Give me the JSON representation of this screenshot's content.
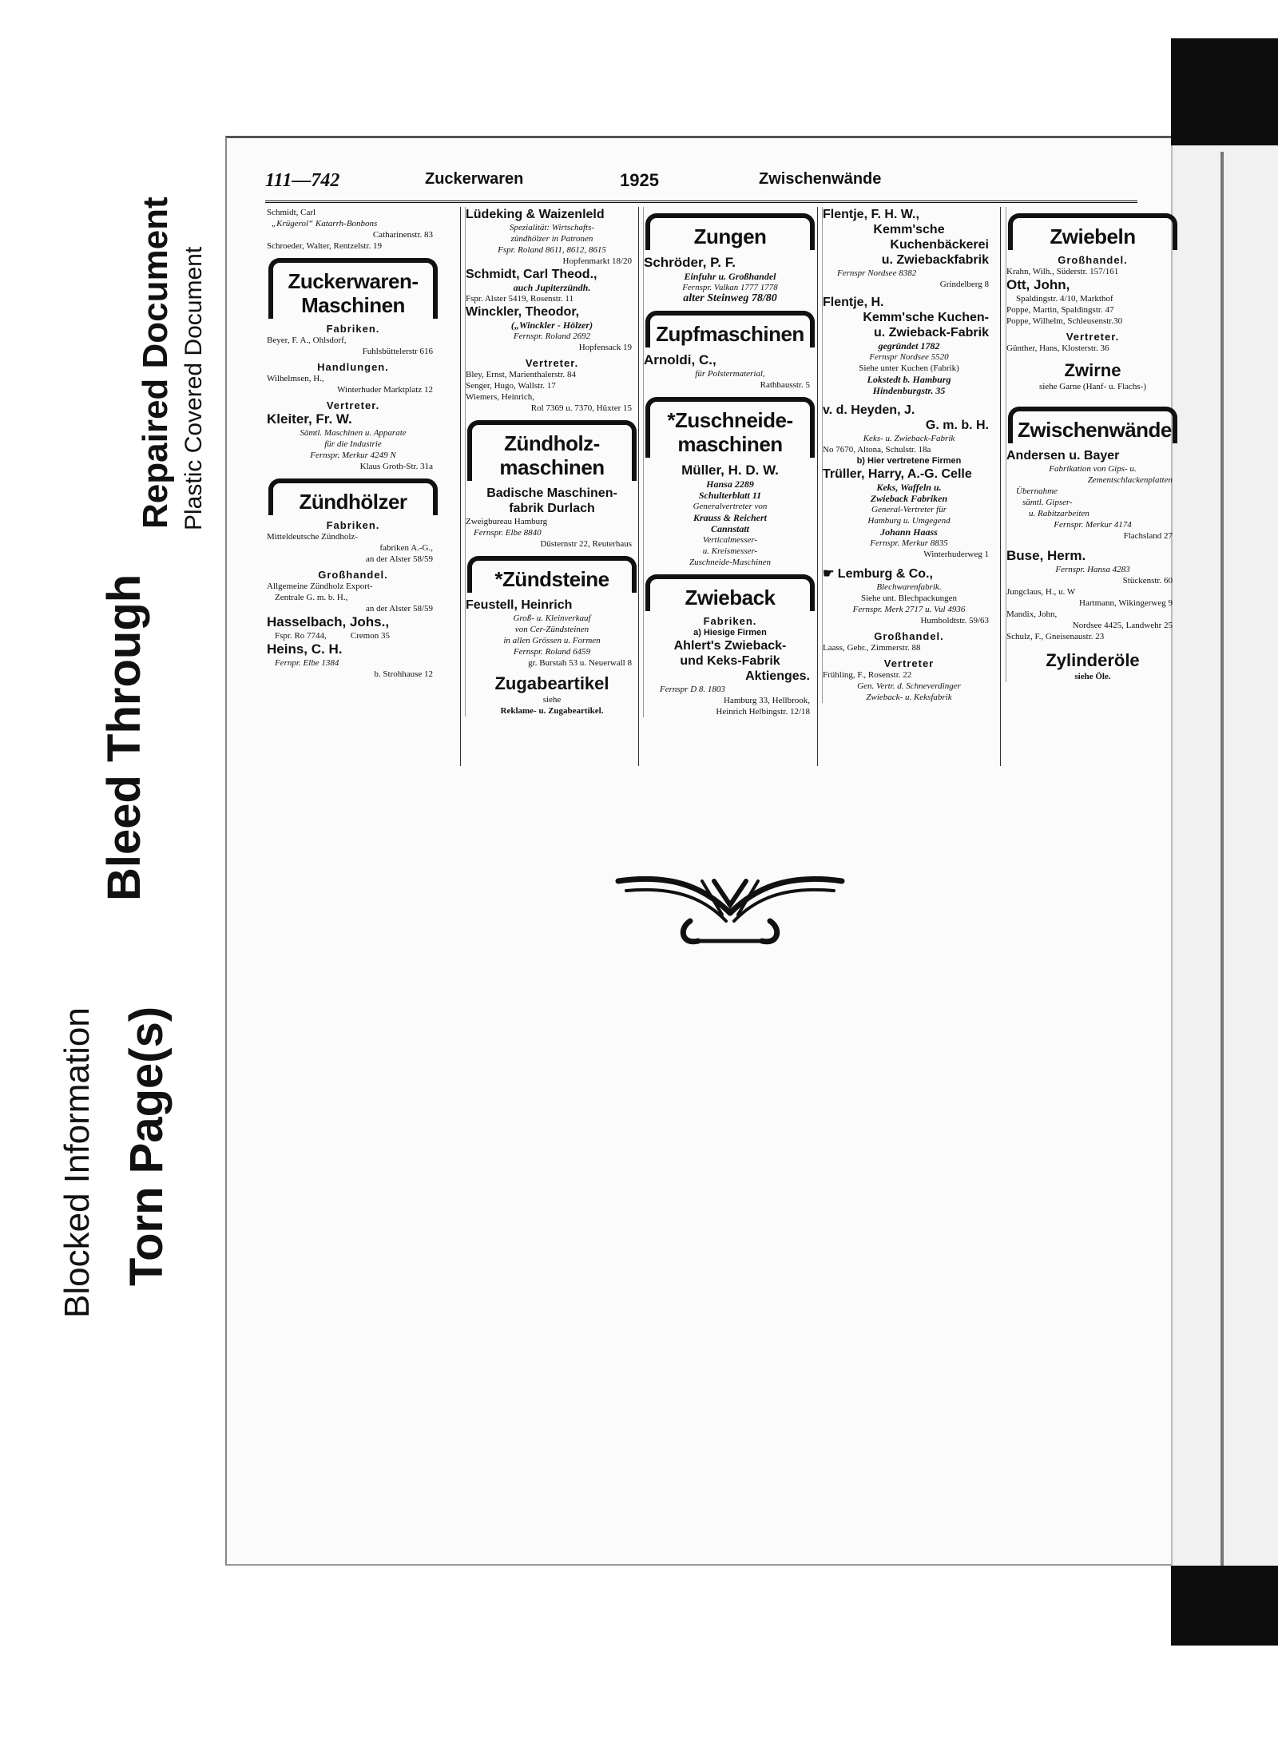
{
  "margin_notes": {
    "blocked": "Blocked Information",
    "torn": "Torn Page(s)",
    "bleed": "Bleed Through",
    "repaired": "Repaired Document",
    "plastic": "Plastic Covered Document"
  },
  "header": {
    "page_number": "111—742",
    "section_left": "Zuckerwaren",
    "year": "1925",
    "section_right": "Zwischenwände"
  },
  "col1": {
    "l1": "Schmidt, Carl",
    "l2": "„Krügerol“ Katarrh-Bonbons",
    "l3": "Catharinenstr. 83",
    "l4": "Schroeder, Walter, Rentzelstr. 19",
    "cat_zuckerwaren": "Zuckerwaren-Maschinen",
    "fabriken": "Fabriken.",
    "beyer1": "Beyer, F. A., Ohlsdorf,",
    "beyer2": "Fuhlsbüttelerstr 616",
    "handlungen": "Handlungen.",
    "wilh1": "Wilhelmsen, H.,",
    "wilh2": "Winterhuder Marktplatz 12",
    "vertreter": "Vertreter.",
    "kleiter": "Kleiter, Fr. W.",
    "kleiter2": "Sämtl. Maschinen u. Apparate",
    "kleiter3": "für die Industrie",
    "kleiter4": "Fernspr. Merkur 4249 N",
    "kleiter5": "Klaus Groth-Str. 31a",
    "cat_zuendhoelzer": "Zündhölzer",
    "fabriken2": "Fabriken.",
    "mittel1": "Mitteldeutsche Zündholz-",
    "mittel2": "fabriken A.-G.,",
    "mittel3": "an der Alster 58/59",
    "grosshandel": "Großhandel.",
    "allg1": "Allgemeine Zündholz Export-",
    "allg2": "Zentrale G. m. b. H.,",
    "allg3": "an der Alster 58/59",
    "hassel": "Hasselbach, Johs.,",
    "hassel2": "Fspr. Ro 7744,",
    "hassel3": "Cremon 35",
    "heins": "Heins, C. H.",
    "heins2": "Fernpr. Elbe 1384",
    "heins3": "b. Strohhause 12"
  },
  "col2": {
    "luedeking": "Lüdeking & Waizenleld",
    "lued2": "Spezialität: Wirtschafts-",
    "lued3": "zündhölzer in Patronen",
    "lued4": "Fspr. Roland 8611, 8612, 8615",
    "lued5": "Hopfenmarkt 18/20",
    "schmidt": "Schmidt, Carl Theod.,",
    "schmidt2": "auch Jupiterzündh.",
    "schmidt3": "Fspr. Alster 5419, Rosenstr. 11",
    "winckler": "Winckler, Theodor,",
    "winck2": "(„Winckler - Hölzer)",
    "winck3": "Fernspr. Roland 2692",
    "winck4": "Hopfensack 19",
    "vertreter": "Vertreter.",
    "bley": "Bley, Ernst, Marienthalerstr. 84",
    "senger": "Senger, Hugo, Wallstr. 17",
    "wiemers": "Wiemers, Heinrich,",
    "wiemers2": "Rol 7369 u. 7370, Hüxter 15",
    "cat_zuendholzmaschinen": "Zündholz-maschinen",
    "badische": "Badische Maschinen-",
    "badische2": "fabrik Durlach",
    "zweig": "Zweigbureau Hamburg",
    "zweig2": "Fernspr. Elbe 8840",
    "zweig3": "Düsternstr 22, Reuterhaus",
    "cat_zuendsteine": "*Zündsteine",
    "feustell": "Feustell, Heinrich",
    "feu2": "Groß- u. Kleinverkauf",
    "feu3": "von Cer-Zündsteinen",
    "feu4": "in allen Grössen u. Formen",
    "feu5": "Fernspr. Roland 6459",
    "feu6": "gr. Burstah 53 u. Neuerwall 8",
    "zugabe": "Zugabeartikel",
    "siehe": "siehe",
    "reklame": "Reklame- u. Zugabeartikel."
  },
  "col3": {
    "cat_zungen": "Zungen",
    "schroeder": "Schröder, P. F.",
    "schr2": "Einfuhr u. Großhandel",
    "schr3": "Fernspr. Vulkan 1777 1778",
    "schr4": "alter Steinweg 78/80",
    "cat_zupf": "Zupfmaschinen",
    "arnoldi": "Arnoldi, C.,",
    "arn2": "für Polstermaterial,",
    "arn3": "Rathhausstr. 5",
    "cat_zuschneide": "*Zuschneide-maschinen",
    "mueller": "Müller, H. D. W.",
    "mue2": "Hansa 2289",
    "mue3": "Schulterblatt 11",
    "mue4": "Generalvertreter von",
    "mue5": "Krauss & Reichert",
    "mue6": "Cannstatt",
    "mue7": "Verticalmesser-",
    "mue8": "u. Kreismesser-",
    "mue9": "Zuschneide-Maschinen",
    "cat_zwieback": "Zwieback",
    "fabriken": "Fabriken.",
    "hiesige": "a) Hiesige Firmen",
    "ahlert": "Ahlert's Zwieback-",
    "ahlert2": "und Keks-Fabrik",
    "ahlert3": "Aktienges.",
    "ahl4": "Fernspr D 8. 1803",
    "ahl5": "Hamburg 33, Hellbrook,",
    "ahl6": "Heinrich Helbingstr. 12/18"
  },
  "col4": {
    "flentje": "Flentje, F. H. W.,",
    "fl2": "Kemm'sche",
    "fl3": "Kuchenbäckerei",
    "fl4": "u. Zwiebackfabrik",
    "fl5": "Fernspr Nordsee 8382",
    "fl6": "Grindelberg 8",
    "flentjeh": "Flentje, H.",
    "flh2": "Kemm'sche Kuchen-",
    "flh3": "u. Zwieback-Fabrik",
    "flh4": "gegründet 1782",
    "flh5": "Fernspr Nordsee 5520",
    "flh6": "Siehe unter Kuchen (Fabrik)",
    "flh7": "Lokstedt b. Hamburg",
    "flh8": "Hindenburgstr. 35",
    "heyden": "v. d. Heyden, J.",
    "hey2": "G. m. b. H.",
    "hey3": "Keks- u. Zwieback-Fabrik",
    "hey4": "No 7670, Altona, Schulstr. 18a",
    "vertretene": "b) Hier vertretene Firmen",
    "trueller": "Trüller, Harry, A.-G. Celle",
    "tr2": "Keks, Waffeln u.",
    "tr3": "Zwieback Fabriken",
    "tr4": "General-Vertreter für",
    "tr5": "Hamburg u. Umgegend",
    "tr6": "Johann Haass",
    "tr7": "Fernspr. Merkur 8835",
    "tr8": "Winterhuderweg 1",
    "lemburg": "Lemburg & Co.,",
    "lem2": "Blechwarenfabrik.",
    "lem3": "Siehe unt. Blechpackungen",
    "lem4": "Fernspr. Merk 2717 u. Vul 4936",
    "lem5": "Humboldtstr. 59/63",
    "grosshandel": "Großhandel.",
    "laass": "Laass, Gebr., Zimmerstr. 88",
    "vertreter": "Vertreter",
    "fruehling": "Frühling, F., Rosenstr. 22",
    "fr2": "Gen. Vertr. d. Schneverdinger",
    "fr3": "Zwieback- u. Keksfabrik"
  },
  "col5": {
    "cat_zwiebeln": "Zwiebeln",
    "grosshandel": "Großhandel.",
    "krahn": "Krahn, Wilh., Süderstr. 157/161",
    "ott": "Ott, John,",
    "ott2": "Spaldingstr. 4/10, Markthof",
    "poppe1": "Poppe, Martin, Spaldingstr. 47",
    "poppe2": "Poppe, Wilhelm, Schleusenstr.30",
    "vertreter": "Vertreter.",
    "guenther": "Günther, Hans, Klosterstr. 36",
    "zwirne": "Zwirne",
    "zwirne2": "siehe Garne (Hanf- u. Flachs-)",
    "cat_zwischen": "Zwischenwände",
    "andersen": "Andersen u. Bayer",
    "and2": "Fabrikation von Gips- u.",
    "and3": "Zementschlackenplatten",
    "and4": "Übernahme",
    "and5": "sämtl. Gipser-",
    "and6": "u. Rabitzarbeiten",
    "and7": "Fernspr. Merkur 4174",
    "and8": "Flachsland 27",
    "buse": "Buse, Herm.",
    "buse2": "Fernspr. Hansa 4283",
    "buse3": "Stückenstr. 60",
    "jung1": "Jungclaus, H., u. W",
    "jung2": "Hartmann, Wikingerweg 9",
    "mandix": "Mandix, John,",
    "mandix2": "Nordsee 4425, Landwehr 25",
    "schulz": "Schulz, F., Gneisenaustr. 23",
    "zylinder": "Zylinderöle",
    "zyl2": "siehe Öle."
  }
}
